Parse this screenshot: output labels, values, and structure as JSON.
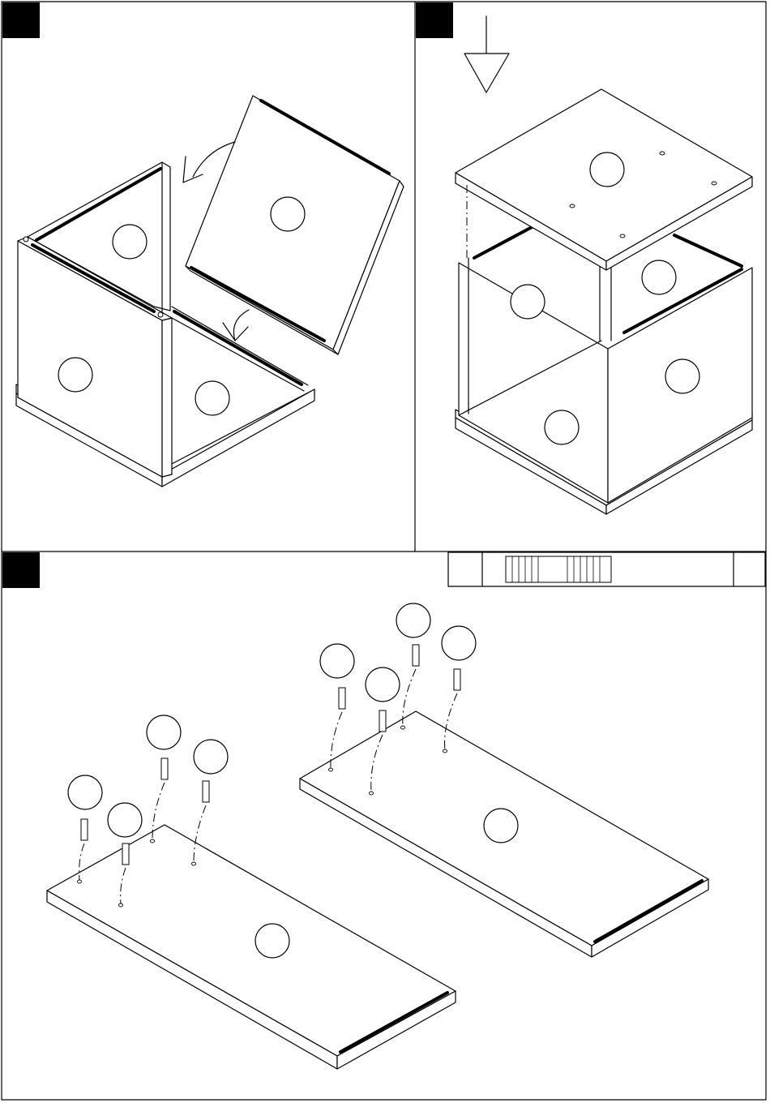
{
  "sheet": {
    "steps": [
      {
        "id": "step-1",
        "badge_label": ""
      },
      {
        "id": "step-2",
        "badge_label": ""
      },
      {
        "id": "step-3",
        "badge_label": ""
      }
    ],
    "callout_labels": [],
    "parts_box": {
      "quantity_label": "",
      "part_label": "",
      "icon": "dowel-icon"
    },
    "colors": {
      "line": "#000000",
      "paper": "#ffffff"
    }
  }
}
